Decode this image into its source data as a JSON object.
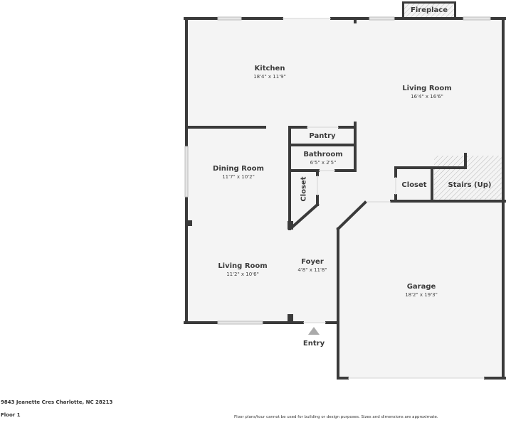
{
  "plan": {
    "rooms": [
      {
        "id": "kitchen",
        "name": "Kitchen",
        "dims": "18'4\" x 11'9\""
      },
      {
        "id": "living_room_upper",
        "name": "Living Room",
        "dims": "16'4\" x 16'6\""
      },
      {
        "id": "fireplace",
        "name": "Fireplace",
        "dims": ""
      },
      {
        "id": "pantry",
        "name": "Pantry",
        "dims": ""
      },
      {
        "id": "bathroom",
        "name": "Bathroom",
        "dims": "6'5\" x 2'5\""
      },
      {
        "id": "dining_room",
        "name": "Dining Room",
        "dims": "11'7\" x 10'2\""
      },
      {
        "id": "closet_angled",
        "name": "Closet",
        "dims": ""
      },
      {
        "id": "closet_right",
        "name": "Closet",
        "dims": ""
      },
      {
        "id": "stairs",
        "name": "Stairs (Up)",
        "dims": ""
      },
      {
        "id": "living_room_lower",
        "name": "Living Room",
        "dims": "11'2\" x 10'6\""
      },
      {
        "id": "foyer",
        "name": "Foyer",
        "dims": "4'8\" x 11'8\""
      },
      {
        "id": "garage",
        "name": "Garage",
        "dims": "18'2\" x 19'3\""
      }
    ],
    "entry_label": "Entry",
    "colors": {
      "wall": "#3a3a3a",
      "floor": "#f4f4f4",
      "hatch": "#bbbbbb",
      "window": "#dddddd",
      "entry_arrow": "#aaaaaa"
    }
  },
  "footer": {
    "address": "9843 Jeanette Cres Charlotte, NC 28213",
    "floor": "Floor 1",
    "disclaimer": "Floor plans/tour cannot be used for building or design purposes. Sizes and dimensions are approximate."
  }
}
